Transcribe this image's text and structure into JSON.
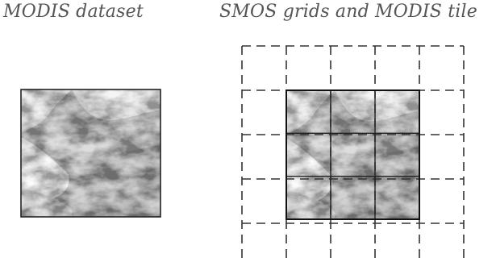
{
  "panels": {
    "left": {
      "caption": "MODIS dataset",
      "image_description_name": "modis-tile-image"
    },
    "right": {
      "caption": "SMOS grids and MODIS tile",
      "grid": {
        "columns": 5,
        "rows": 5,
        "line_style": "dashed"
      },
      "tile_cells": {
        "columns": 3,
        "rows": 3
      }
    }
  },
  "colors": {
    "text": "#555555",
    "grid_line": "#333333",
    "tile_border": "#222222"
  }
}
